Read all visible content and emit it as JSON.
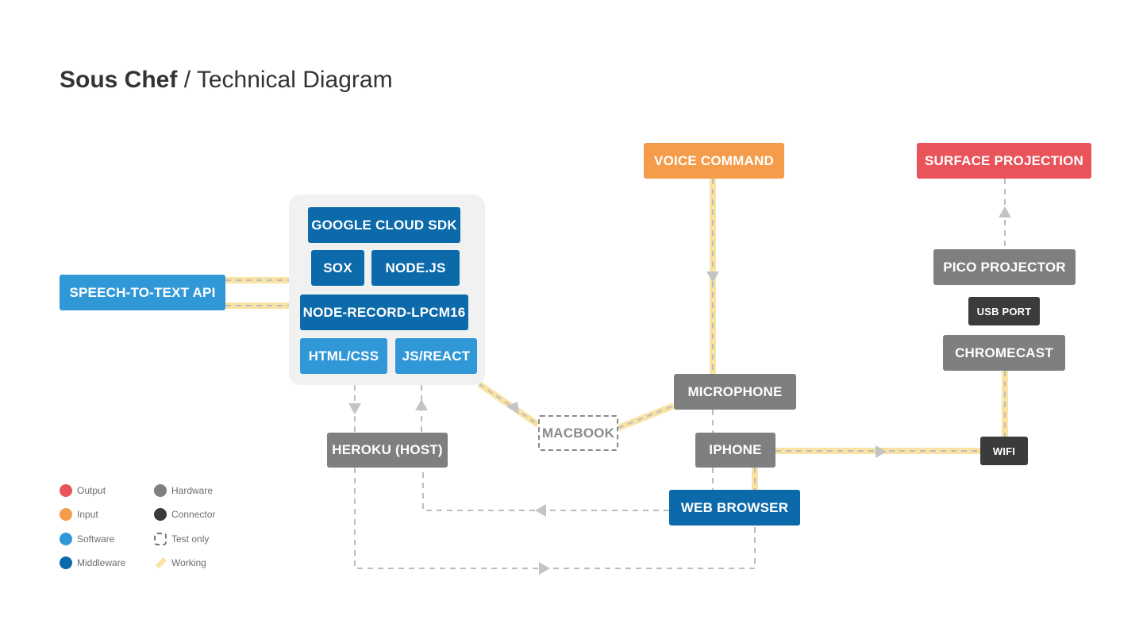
{
  "title": {
    "bold": "Sous Chef",
    "rest": " / Technical Diagram"
  },
  "colors": {
    "output": "#e9535a",
    "input": "#f49c4a",
    "software": "#3198d8",
    "middleware": "#0c6aab",
    "hardware": "#7f7f7f",
    "connector": "#3b3b3b",
    "working": "#f8e3a4",
    "dashed_line": "#bdbdbd",
    "arrow": "#c4c4c4"
  },
  "nodes": {
    "voice_command": "VOICE COMMAND",
    "surface_projection": "SURFACE PROJECTION",
    "speech_to_text_api": "SPEECH-TO-TEXT API",
    "google_cloud_sdk": "GOOGLE CLOUD SDK",
    "sox": "SOX",
    "nodejs": "NODE.JS",
    "node_record": "NODE-RECORD-LPCM16",
    "html_css": "HTML/CSS",
    "js_react": "JS/REACT",
    "pico_projector": "PICO PROJECTOR",
    "usb_port": "USB PORT",
    "chromecast": "CHROMECAST",
    "microphone": "MICROPHONE",
    "iphone": "IPHONE",
    "wifi": "WIFI",
    "macbook": "MACBOOK",
    "heroku": "HEROKU (HOST)",
    "web_browser": "WEB BROWSER"
  },
  "legend": [
    {
      "label": "Output",
      "swatch": "output"
    },
    {
      "label": "Input",
      "swatch": "input"
    },
    {
      "label": "Software",
      "swatch": "software"
    },
    {
      "label": "Middleware",
      "swatch": "middleware"
    },
    {
      "label": "Hardware",
      "swatch": "hardware"
    },
    {
      "label": "Connector",
      "swatch": "connector"
    },
    {
      "label": "Test only",
      "swatch": "test"
    },
    {
      "label": "Working",
      "swatch": "working"
    }
  ]
}
